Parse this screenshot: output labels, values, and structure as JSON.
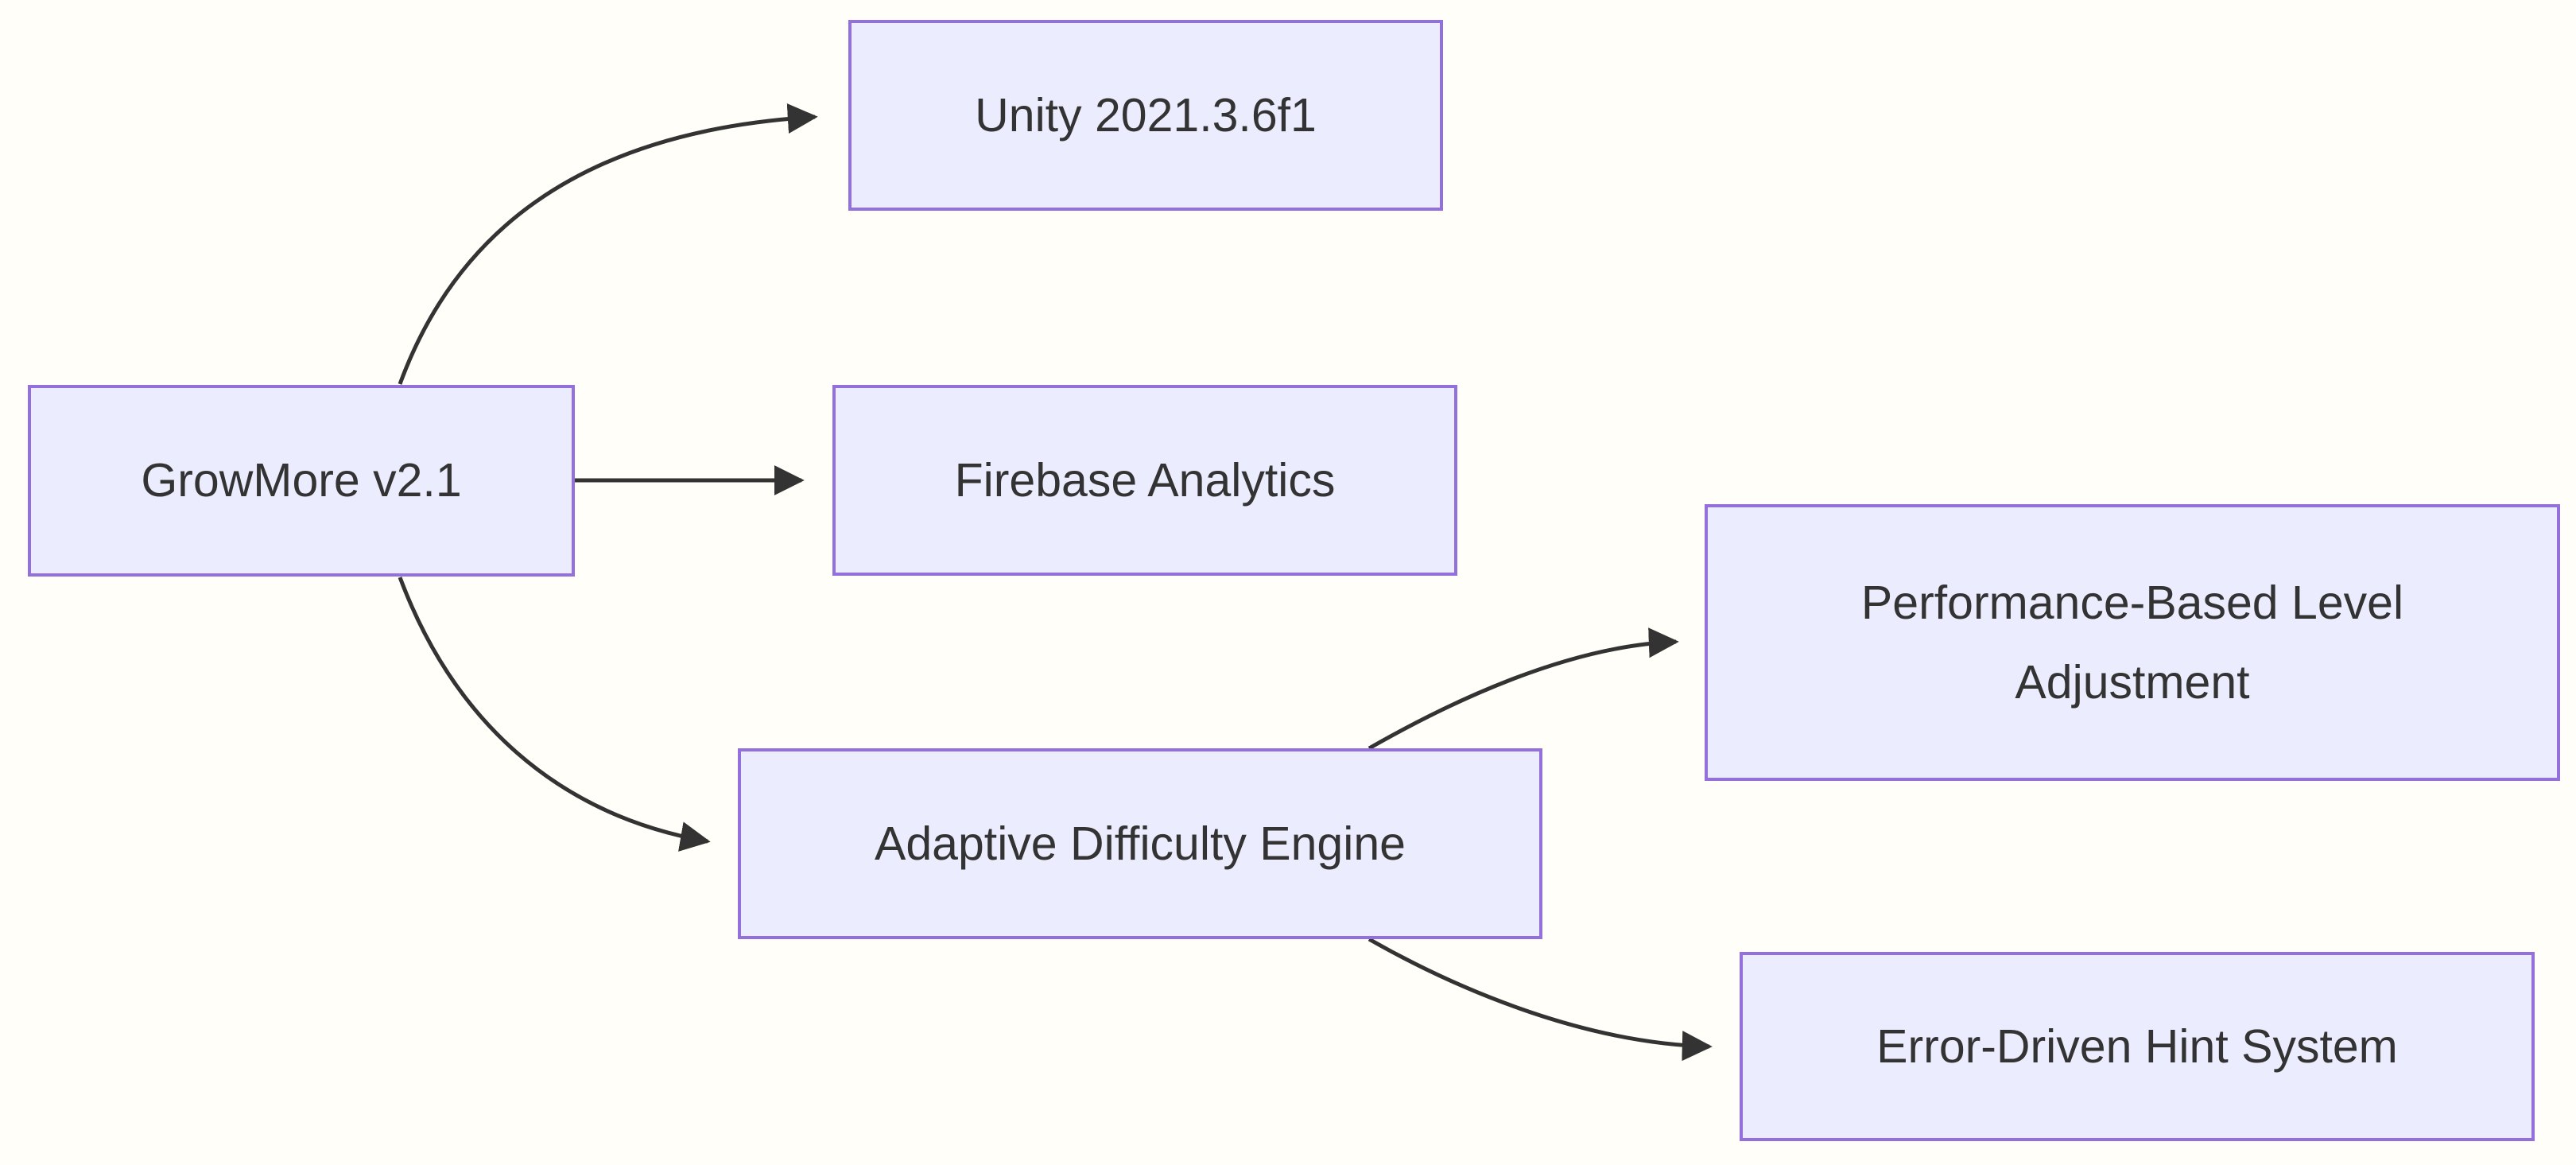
{
  "diagram": {
    "type": "flowchart-left-to-right",
    "background_color": "#fffef8",
    "node_fill_color": "#ECECFF",
    "node_border_color": "#9370DB",
    "edge_color": "#333333",
    "text_color": "#333333",
    "nodes": [
      {
        "id": "growmore",
        "label": "GrowMore v2.1"
      },
      {
        "id": "unity",
        "label": "Unity 2021.3.6f1"
      },
      {
        "id": "firebase",
        "label": "Firebase Analytics"
      },
      {
        "id": "adaptive",
        "label": "Adaptive Difficulty Engine"
      },
      {
        "id": "performance",
        "label": "Performance-Based Level Adjustment"
      },
      {
        "id": "error",
        "label": "Error-Driven Hint System"
      }
    ],
    "edges": [
      {
        "from": "GrowMore v2.1",
        "to": "Unity 2021.3.6f1",
        "style": "curved-arrow"
      },
      {
        "from": "GrowMore v2.1",
        "to": "Firebase Analytics",
        "style": "straight-arrow"
      },
      {
        "from": "GrowMore v2.1",
        "to": "Adaptive Difficulty Engine",
        "style": "curved-arrow"
      },
      {
        "from": "Adaptive Difficulty Engine",
        "to": "Performance-Based Level Adjustment",
        "style": "curved-arrow"
      },
      {
        "from": "Adaptive Difficulty Engine",
        "to": "Error-Driven Hint System",
        "style": "curved-arrow"
      }
    ]
  }
}
